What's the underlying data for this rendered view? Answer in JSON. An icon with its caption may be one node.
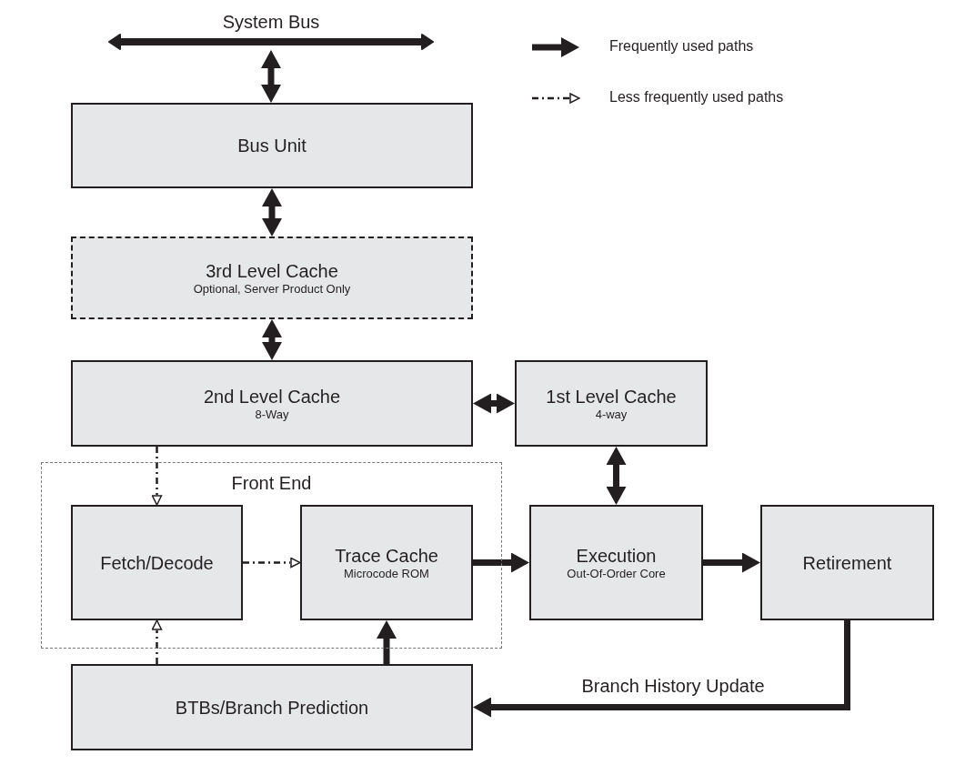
{
  "diagram": {
    "nodes": [
      {
        "text": [
          "System Bus"
        ]
      },
      {
        "text": [
          "Bus Unit"
        ]
      },
      {
        "text": [
          "3rd Level  Cache",
          "Optional, Server Product Only"
        ]
      },
      {
        "text": [
          "2nd Level Cache",
          "8-Way"
        ]
      },
      {
        "text": [
          "1st Level Cache",
          "4-way"
        ]
      },
      {
        "text": [
          "Front End"
        ]
      },
      {
        "text": [
          "Fetch/Decode"
        ],
        "in": 5
      },
      {
        "text": [
          "Trace Cache",
          "Microcode ROM"
        ],
        "in": 5
      },
      {
        "text": [
          "Execution",
          "Out-Of-Order Core"
        ]
      },
      {
        "text": [
          "Retirement"
        ]
      },
      {
        "text": [
          "BTBs/Branch Prediction"
        ]
      }
    ],
    "edges": [
      {
        "from": 0,
        "to": 1,
        "arrow": "both"
      },
      {
        "from": 1,
        "to": 2,
        "arrow": "both"
      },
      {
        "from": 2,
        "to": 3,
        "arrow": "both"
      },
      {
        "from": 3,
        "to": 4,
        "arrow": "both"
      },
      {
        "from": 3,
        "to": 6,
        "arrow": "to",
        "style": "dashed"
      },
      {
        "from": 6,
        "to": 7,
        "arrow": "to",
        "style": "dashed"
      },
      {
        "from": 10,
        "to": 6,
        "arrow": "to",
        "style": "dashed"
      },
      {
        "from": 10,
        "to": 7,
        "arrow": "to"
      },
      {
        "from": 7,
        "to": 8,
        "arrow": "to"
      },
      {
        "from": 4,
        "to": 8,
        "arrow": "both"
      },
      {
        "from": 8,
        "to": 9,
        "arrow": "to"
      },
      {
        "from": 9,
        "to": 10,
        "arrow": "to",
        "label": "Branch History Update"
      }
    ],
    "legend": [
      {
        "text": "Frequently used paths"
      },
      {
        "text": "Less frequently used paths"
      }
    ]
  }
}
